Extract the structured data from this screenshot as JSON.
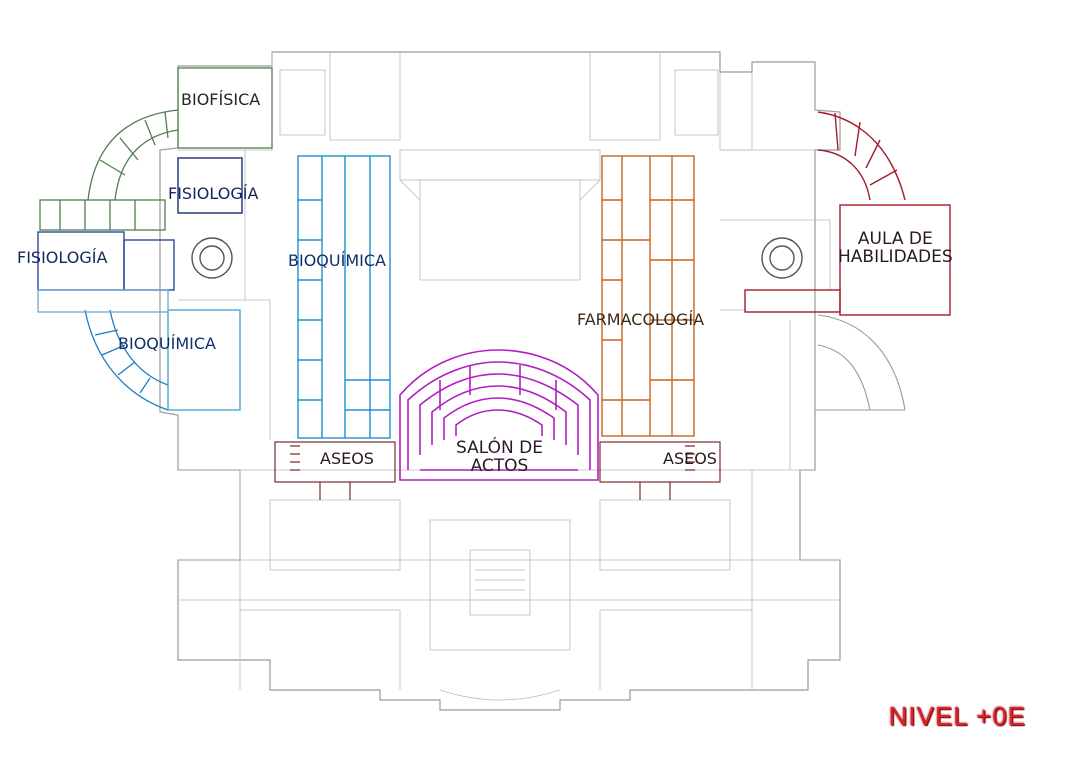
{
  "level_label": "NIVEL +0E",
  "zones": {
    "biofisica": {
      "label": "BIOFÍSICA",
      "color": "#4f7f4f"
    },
    "fisiologia_upper": {
      "label": "FISIOLOGÍA",
      "color": "#1b2f6e"
    },
    "fisiologia_left": {
      "label": "FISIOLOGÍA",
      "color": "#1b2f6e"
    },
    "bioquimica_center": {
      "label": "BIOQUÍMICA",
      "color": "#1e7fbf"
    },
    "bioquimica_left": {
      "label": "BIOQUÍMICA",
      "color": "#1e7fbf"
    },
    "farmacologia": {
      "label": "FARMACOLOGÍA",
      "color": "#c8641e"
    },
    "aula_habilidades": {
      "label": "AULA DE HABILIDADES",
      "line1": "AULA DE",
      "line2": "HABILIDADES",
      "color": "#a31d2e"
    },
    "salon_actos": {
      "label": "SALÓN DE ACTOS",
      "line1": "SALÓN DE",
      "line2": "ACTOS",
      "color": "#b01fc0"
    },
    "aseos_left": {
      "label": "ASEOS",
      "color": "#7a2a2a"
    },
    "aseos_right": {
      "label": "ASEOS",
      "color": "#7a2a2a"
    }
  }
}
